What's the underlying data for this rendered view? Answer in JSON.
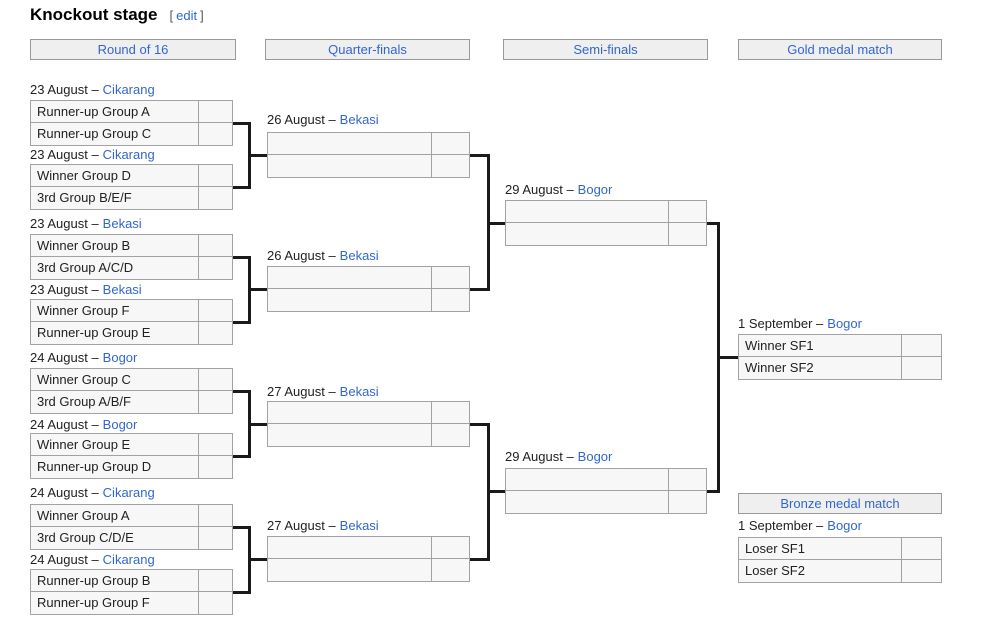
{
  "page": {
    "title": "Knockout stage",
    "edit_open": "[",
    "edit_label": "edit",
    "edit_close": "]"
  },
  "colors": {
    "link": "#3366cc",
    "text": "#202122",
    "connector": "#1a1a1a",
    "cell_bg": "#f7f7f7",
    "cell_border": "#a2a2a2",
    "header_bg": "#efefef",
    "header_border": "#999999"
  },
  "round_headers": {
    "r16": "Round of 16",
    "qf": "Quarter-finals",
    "sf": "Semi-finals",
    "final": "Gold medal match",
    "bronze": "Bronze medal match"
  },
  "r16": [
    {
      "date": "23 August –",
      "venue": "Cikarang",
      "home": "Runner-up Group A",
      "away": "Runner-up Group C",
      "home_score": "",
      "away_score": ""
    },
    {
      "date": "23 August –",
      "venue": "Cikarang",
      "home": "Winner Group D",
      "away": "3rd Group B/E/F",
      "home_score": "",
      "away_score": ""
    },
    {
      "date": "23 August –",
      "venue": "Bekasi",
      "home": "Winner Group B",
      "away": "3rd Group A/C/D",
      "home_score": "",
      "away_score": ""
    },
    {
      "date": "23 August –",
      "venue": "Bekasi",
      "home": "Winner Group F",
      "away": "Runner-up Group E",
      "home_score": "",
      "away_score": ""
    },
    {
      "date": "24 August –",
      "venue": "Bogor",
      "home": "Winner Group C",
      "away": "3rd Group A/B/F",
      "home_score": "",
      "away_score": ""
    },
    {
      "date": "24 August –",
      "venue": "Bogor",
      "home": "Winner Group E",
      "away": "Runner-up Group D",
      "home_score": "",
      "away_score": ""
    },
    {
      "date": "24 August –",
      "venue": "Cikarang",
      "home": "Winner Group A",
      "away": "3rd Group C/D/E",
      "home_score": "",
      "away_score": ""
    },
    {
      "date": "24 August –",
      "venue": "Cikarang",
      "home": "Runner-up Group B",
      "away": "Runner-up Group F",
      "home_score": "",
      "away_score": ""
    }
  ],
  "qf": [
    {
      "date": "26 August –",
      "venue": "Bekasi",
      "home": "",
      "away": "",
      "home_score": "",
      "away_score": ""
    },
    {
      "date": "26 August –",
      "venue": "Bekasi",
      "home": "",
      "away": "",
      "home_score": "",
      "away_score": ""
    },
    {
      "date": "27 August –",
      "venue": "Bekasi",
      "home": "",
      "away": "",
      "home_score": "",
      "away_score": ""
    },
    {
      "date": "27 August –",
      "venue": "Bekasi",
      "home": "",
      "away": "",
      "home_score": "",
      "away_score": ""
    }
  ],
  "sf": [
    {
      "date": "29 August –",
      "venue": "Bogor",
      "home": "",
      "away": "",
      "home_score": "",
      "away_score": ""
    },
    {
      "date": "29 August –",
      "venue": "Bogor",
      "home": "",
      "away": "",
      "home_score": "",
      "away_score": ""
    }
  ],
  "final": {
    "date": "1 September –",
    "venue": "Bogor",
    "home": "Winner SF1",
    "away": "Winner SF2",
    "home_score": "",
    "away_score": ""
  },
  "bronze": {
    "date": "1 September –",
    "venue": "Bogor",
    "home": "Loser SF1",
    "away": "Loser SF2",
    "home_score": "",
    "away_score": ""
  }
}
